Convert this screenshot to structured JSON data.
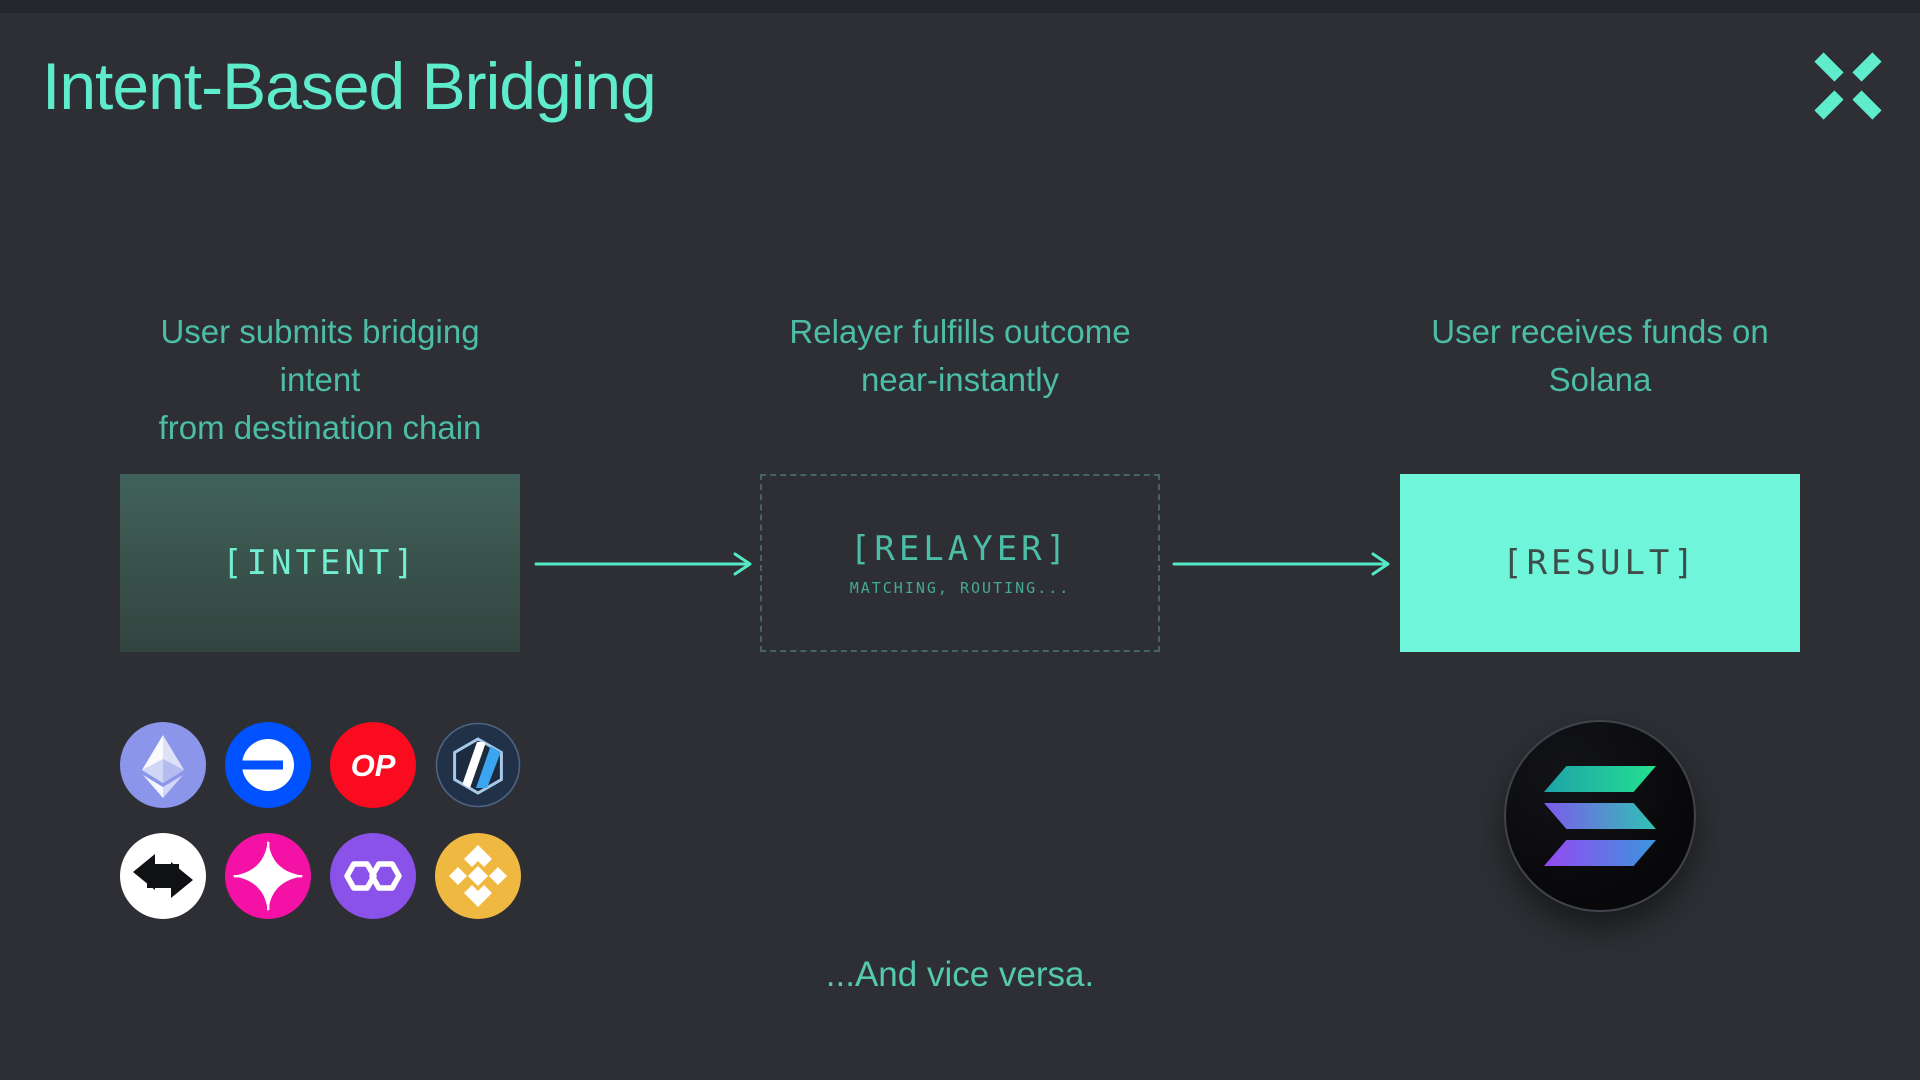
{
  "header": {
    "title": "Intent-Based Bridging",
    "brand_icon": "x-mark-icon"
  },
  "steps": [
    {
      "heading_line1": "User submits bridging intent",
      "heading_line2": "from destination chain",
      "box_label": "[INTENT]",
      "box_style": "filled-gradient"
    },
    {
      "heading_line1": "Relayer fulfills outcome",
      "heading_line2": "near-instantly",
      "box_label": "[RELAYER]",
      "box_sublabel": "MATCHING, ROUTING...",
      "box_style": "dashed-outline"
    },
    {
      "heading_line1": "User receives funds on",
      "heading_line2": "Solana",
      "box_label": "[RESULT]",
      "box_style": "solid-mint"
    }
  ],
  "source_chains": [
    "Ethereum",
    "Base",
    "Optimism",
    "Arbitrum",
    "zkSync",
    "Sonic",
    "Polygon",
    "BNB Chain"
  ],
  "destination_chain": "Solana",
  "footer": {
    "note": "...And vice versa."
  },
  "colors": {
    "background": "#2d2f34",
    "accent_mint": "#5feccd",
    "heading_teal": "#4cbda6",
    "result_fill": "#6ff5d9",
    "intent_gradient_top": "#41625b",
    "intent_gradient_bottom": "#334440"
  }
}
